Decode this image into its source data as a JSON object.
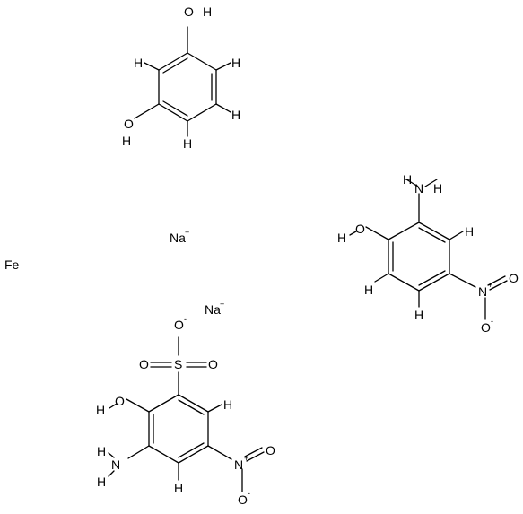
{
  "molecules": {
    "resorcinol": {
      "labels": {
        "oh_top_o": "O",
        "oh_top_h": "H",
        "oh_left_o": "O",
        "oh_left_h": "H",
        "h1": "H",
        "h2": "H",
        "h3": "H",
        "h4": "H"
      }
    },
    "aminonitrophenol": {
      "labels": {
        "n_amino_h1": "H",
        "n_amino": "N",
        "n_amino_h2": "H",
        "oh_h": "H",
        "oh_o": "O",
        "h_ring1": "H",
        "h_ring2": "H",
        "h_ring3": "H",
        "nitro_n": "N",
        "nitro_n_charge": "+",
        "nitro_o_top": "O",
        "nitro_o_bottom": "O",
        "nitro_o_bottom_charge": "-"
      }
    },
    "sulfonate": {
      "labels": {
        "s": "S",
        "o_top": "O",
        "o_top_charge": "-",
        "o_left": "O",
        "o_right": "O",
        "oh_h": "H",
        "oh_o": "O",
        "nh_h1": "H",
        "nh_n": "N",
        "nh_h2": "H",
        "h_right": "H",
        "h_bottom": "H",
        "nitro_n": "N",
        "nitro_n_charge": "+",
        "nitro_o_right": "O",
        "nitro_o_bottom": "O",
        "nitro_o_bottom_charge": "-"
      }
    }
  },
  "ions": {
    "na1": "Na",
    "na1_charge": "+",
    "na2": "Na",
    "na2_charge": "+",
    "fe": "Fe"
  }
}
